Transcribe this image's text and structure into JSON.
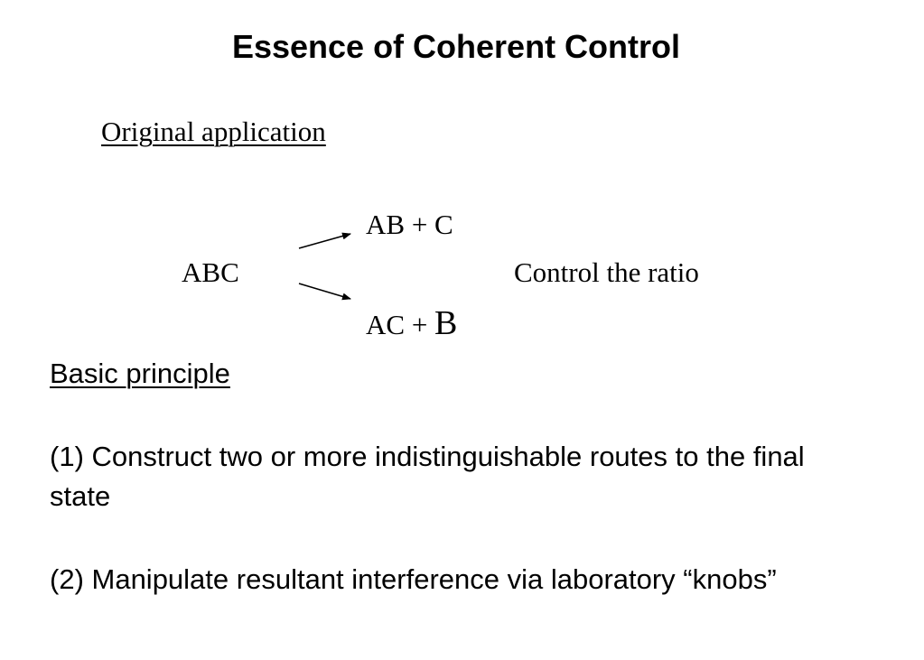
{
  "slide": {
    "title": "Essence of Coherent Control",
    "original_application": "Original application",
    "reaction": {
      "reactant": "ABC",
      "product_1": "AB + C",
      "product_2_prefix": "AC + ",
      "product_2_emph": "B",
      "note": "Control the ratio"
    },
    "basic_principle_heading": "Basic principle",
    "principle_1": "(1)  Construct two or more indistinguishable routes to the final state",
    "principle_2": "(2)  Manipulate resultant interference via laboratory “knobs”"
  }
}
